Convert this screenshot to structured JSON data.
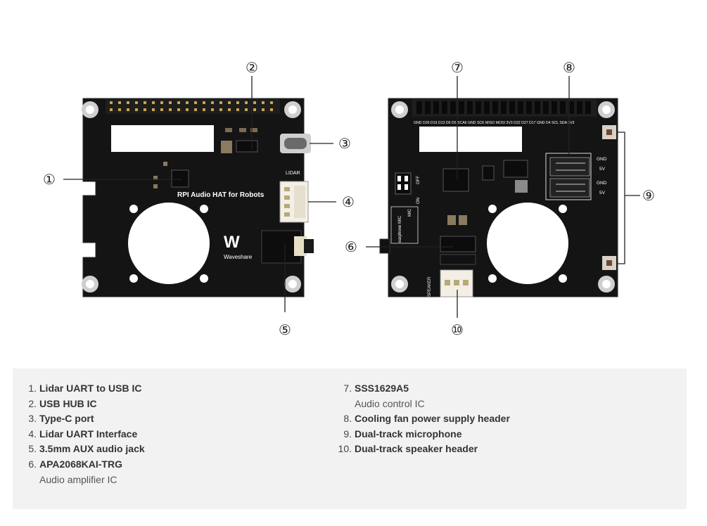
{
  "board": {
    "front_title": "RPI Audio HAT for Robots",
    "lidar_label": "LIDAR",
    "brand": "Waveshare",
    "brand_mark": "W",
    "back_pin_labels": "GND D26 D19 D13 D6 D5 SCA6 GND SCK MISO MOSI 3V3 D22 D27 D17 GND D4 SCL SDA 3V3",
    "fan_gnd_1": "GND",
    "fan_5v_1": "5V",
    "fan_gnd_2": "GND",
    "fan_5v_2": "5V",
    "switch_off": "OFF",
    "switch_on": "ON",
    "earphone_mic": "earphone MIC",
    "mic": "MIC",
    "speaker": "SPEAKER"
  },
  "callouts": [
    "①",
    "②",
    "③",
    "④",
    "⑤",
    "⑥",
    "⑦",
    "⑧",
    "⑨",
    "⑩"
  ],
  "legend": {
    "left": [
      {
        "num": "1.",
        "label": "Lidar UART to USB IC",
        "sub": ""
      },
      {
        "num": "2.",
        "label": "USB HUB IC",
        "sub": ""
      },
      {
        "num": "3.",
        "label": "Type-C port",
        "sub": ""
      },
      {
        "num": "4.",
        "label": "Lidar UART Interface",
        "sub": ""
      },
      {
        "num": "5.",
        "label": "3.5mm AUX audio jack",
        "sub": ""
      },
      {
        "num": "6.",
        "label": "APA2068KAI-TRG",
        "sub": "Audio amplifier IC"
      }
    ],
    "right": [
      {
        "num": "7.",
        "label": "SSS1629A5",
        "sub": "Audio control IC"
      },
      {
        "num": "8.",
        "label": "Cooling fan power supply header",
        "sub": ""
      },
      {
        "num": "9.",
        "label": "Dual-track microphone",
        "sub": ""
      },
      {
        "num": "10.",
        "label": "Dual-track speaker header",
        "sub": ""
      }
    ]
  }
}
